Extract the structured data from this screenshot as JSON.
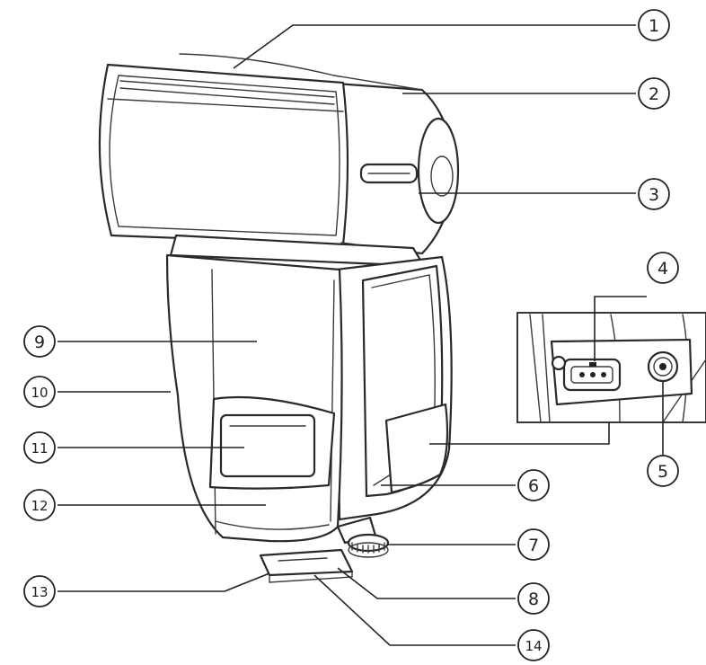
{
  "colors": {
    "line": "#2a2a2a",
    "background": "#ffffff"
  },
  "callouts": [
    "1",
    "2",
    "3",
    "4",
    "5",
    "6",
    "7",
    "8",
    "9",
    "10",
    "11",
    "12",
    "13",
    "14"
  ]
}
